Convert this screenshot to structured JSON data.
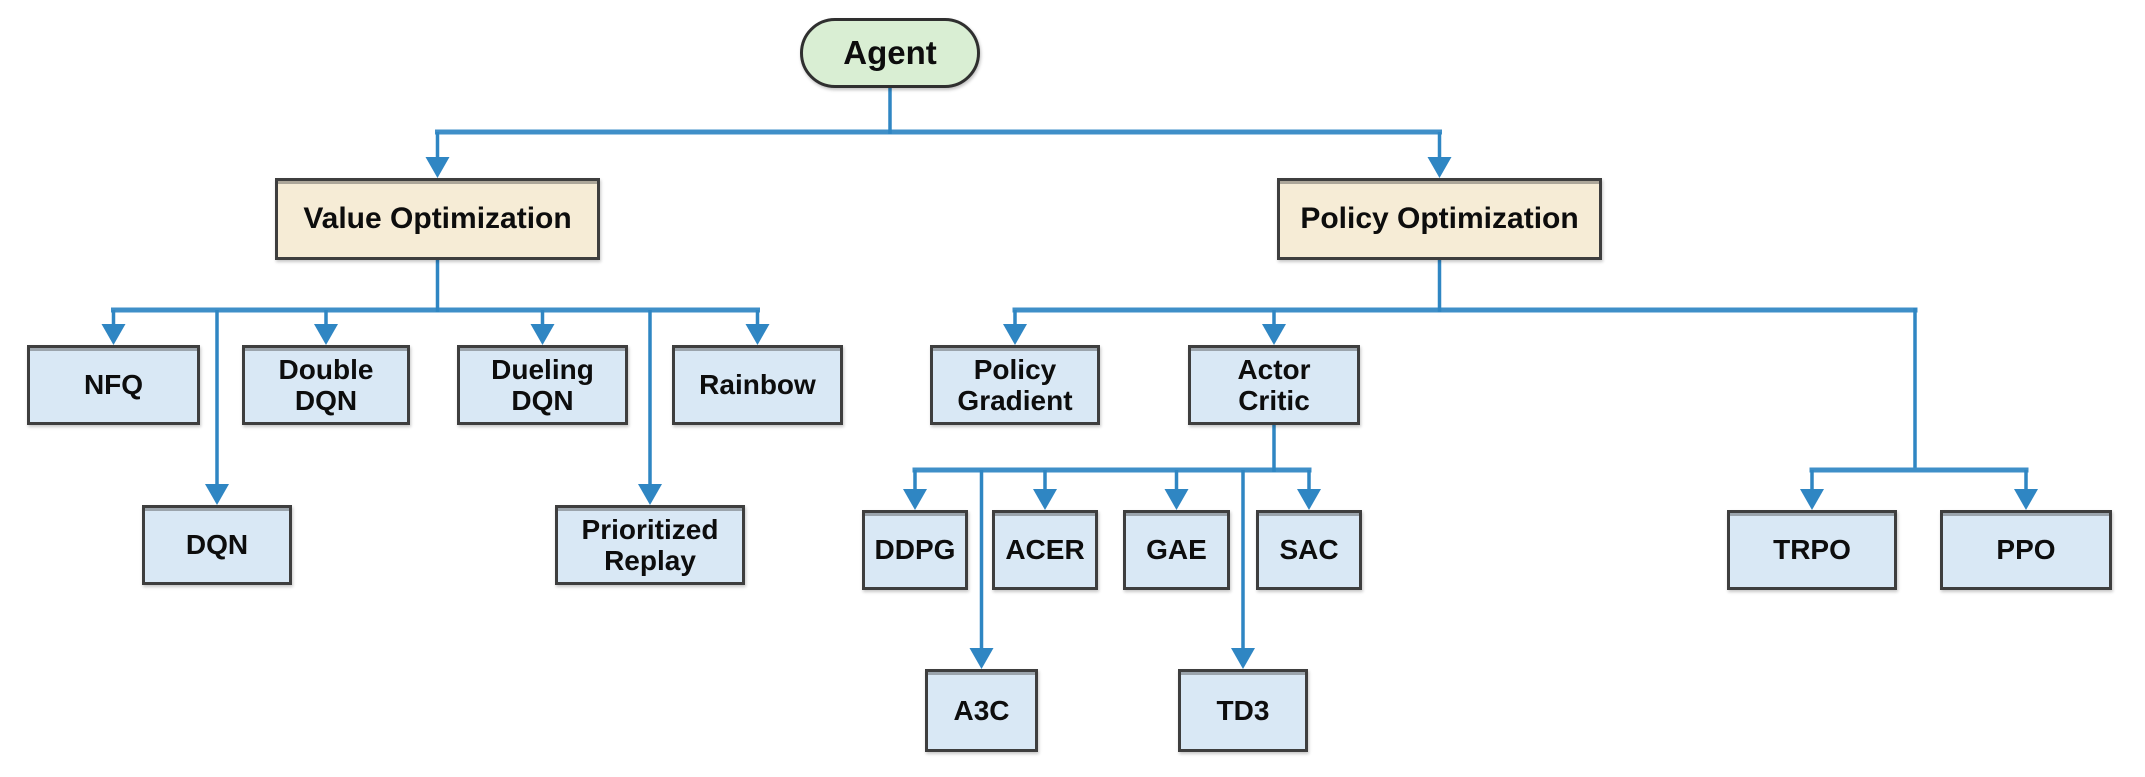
{
  "diagram_type": "taxonomy-tree",
  "colors": {
    "root_fill": "#d9eed3",
    "category_fill": "#f6ecd6",
    "leaf_fill": "#d9e8f5",
    "box_border": "#3e3e3e",
    "connector_blue": "#2f86c3",
    "background": "#ffffff",
    "text": "#0d0d0d"
  },
  "nodes": {
    "agent": {
      "label": "Agent",
      "parent": null
    },
    "value_optimization": {
      "label": "Value Optimization",
      "parent": "agent"
    },
    "policy_optimization": {
      "label": "Policy Optimization",
      "parent": "agent"
    },
    "nfq": {
      "label": "NFQ",
      "parent": "value_optimization"
    },
    "dqn": {
      "label": "DQN",
      "parent": "value_optimization"
    },
    "double_dqn": {
      "label": "Double\nDQN",
      "parent": "value_optimization"
    },
    "dueling_dqn": {
      "label": "Dueling\nDQN",
      "parent": "value_optimization"
    },
    "prioritized_replay": {
      "label": "Prioritized\nReplay",
      "parent": "value_optimization"
    },
    "rainbow": {
      "label": "Rainbow",
      "parent": "value_optimization"
    },
    "policy_gradient": {
      "label": "Policy\nGradient",
      "parent": "policy_optimization"
    },
    "actor_critic": {
      "label": "Actor\nCritic",
      "parent": "policy_optimization"
    },
    "trpo": {
      "label": "TRPO",
      "parent": "policy_optimization"
    },
    "ppo": {
      "label": "PPO",
      "parent": "policy_optimization"
    },
    "ddpg": {
      "label": "DDPG",
      "parent": "actor_critic"
    },
    "acer": {
      "label": "ACER",
      "parent": "actor_critic"
    },
    "gae": {
      "label": "GAE",
      "parent": "actor_critic"
    },
    "sac": {
      "label": "SAC",
      "parent": "actor_critic"
    },
    "a3c": {
      "label": "A3C",
      "parent": "actor_critic"
    },
    "td3": {
      "label": "TD3",
      "parent": "actor_critic"
    }
  }
}
